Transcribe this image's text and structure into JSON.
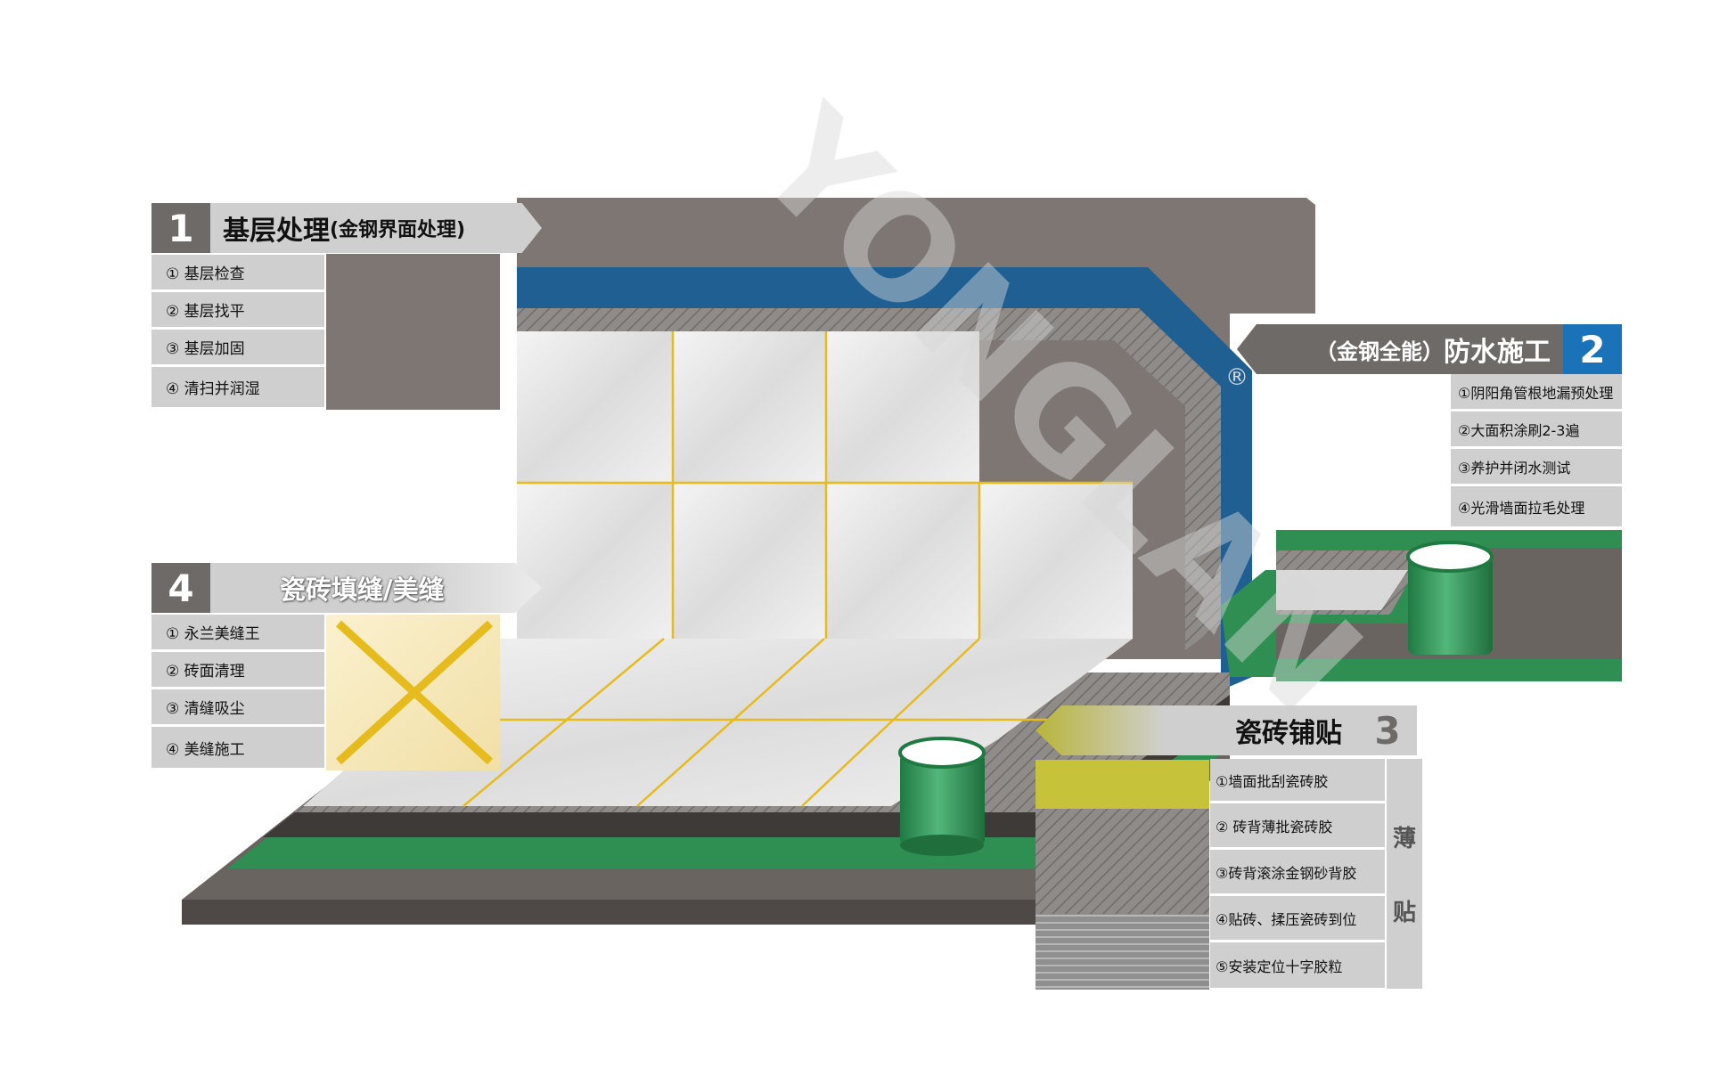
{
  "colors": {
    "panel_gray": "#cfcfcf",
    "dark_gray": "#6e6a67",
    "wall_brown": "#7d7672",
    "base_dark": "#4e4846",
    "mortar": "#8e8b88",
    "waterproof_blue": "#1f5f92",
    "membrane_green": "#2f8f52",
    "grout_gold": "#e6bb1e",
    "accent_blue": "#1a72b8"
  },
  "watermark": "YONGLAN",
  "watermark_mark": "®",
  "panel1": {
    "number": "1",
    "title": "基层处理",
    "subtitle": "(金钢界面处理)",
    "steps": [
      "① 基层检查",
      "② 基层找平",
      "③ 基层加固",
      "④ 清扫并润湿"
    ]
  },
  "panel2": {
    "number": "2",
    "subtitle": "（金钢全能）",
    "title": "防水施工",
    "steps": [
      "①阴阳角管根地漏预处理",
      "②大面积涂刷2-3遍",
      "③养护并闭水测试",
      "④光滑墙面拉毛处理"
    ]
  },
  "panel3": {
    "number": "3",
    "title": "瓷砖铺贴",
    "side_label_1": "薄",
    "side_label_2": "贴",
    "steps": [
      "①墙面批刮瓷砖胶",
      "② 砖背薄批瓷砖胶",
      "③砖背滚涂金钢砂背胶",
      "④贴砖、揉压瓷砖到位",
      "⑤安装定位十字胶粒"
    ]
  },
  "panel4": {
    "number": "4",
    "title": "瓷砖填缝/美缝",
    "steps": [
      "① 永兰美缝王",
      "② 砖面清理",
      "③ 清缝吸尘",
      "④ 美缝施工"
    ]
  }
}
